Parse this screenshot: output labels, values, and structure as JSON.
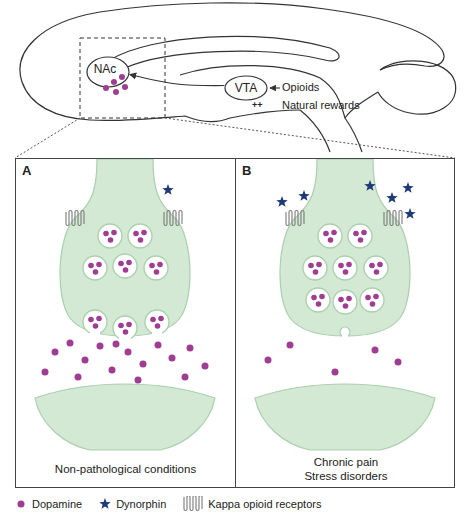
{
  "diagram": {
    "nodes": [
      {
        "text": [
          "NAc"
        ]
      },
      {
        "text": [
          "VTA"
        ]
      },
      {
        "text": [
          "A",
          "Non-pathological conditions"
        ]
      },
      {
        "text": [
          "B",
          "Chronic pain Stress disorders"
        ]
      }
    ],
    "edges": [
      {
        "from": 1,
        "to": 0,
        "arrow": "to"
      }
    ],
    "labels": [
      "++",
      "Opioids",
      "Natural rewards"
    ],
    "legend": [
      {
        "text": "Dopamine",
        "color": "#9e3d91"
      },
      {
        "text": "Dynorphin"
      },
      {
        "text": "Kappa opioid receptors"
      }
    ]
  }
}
